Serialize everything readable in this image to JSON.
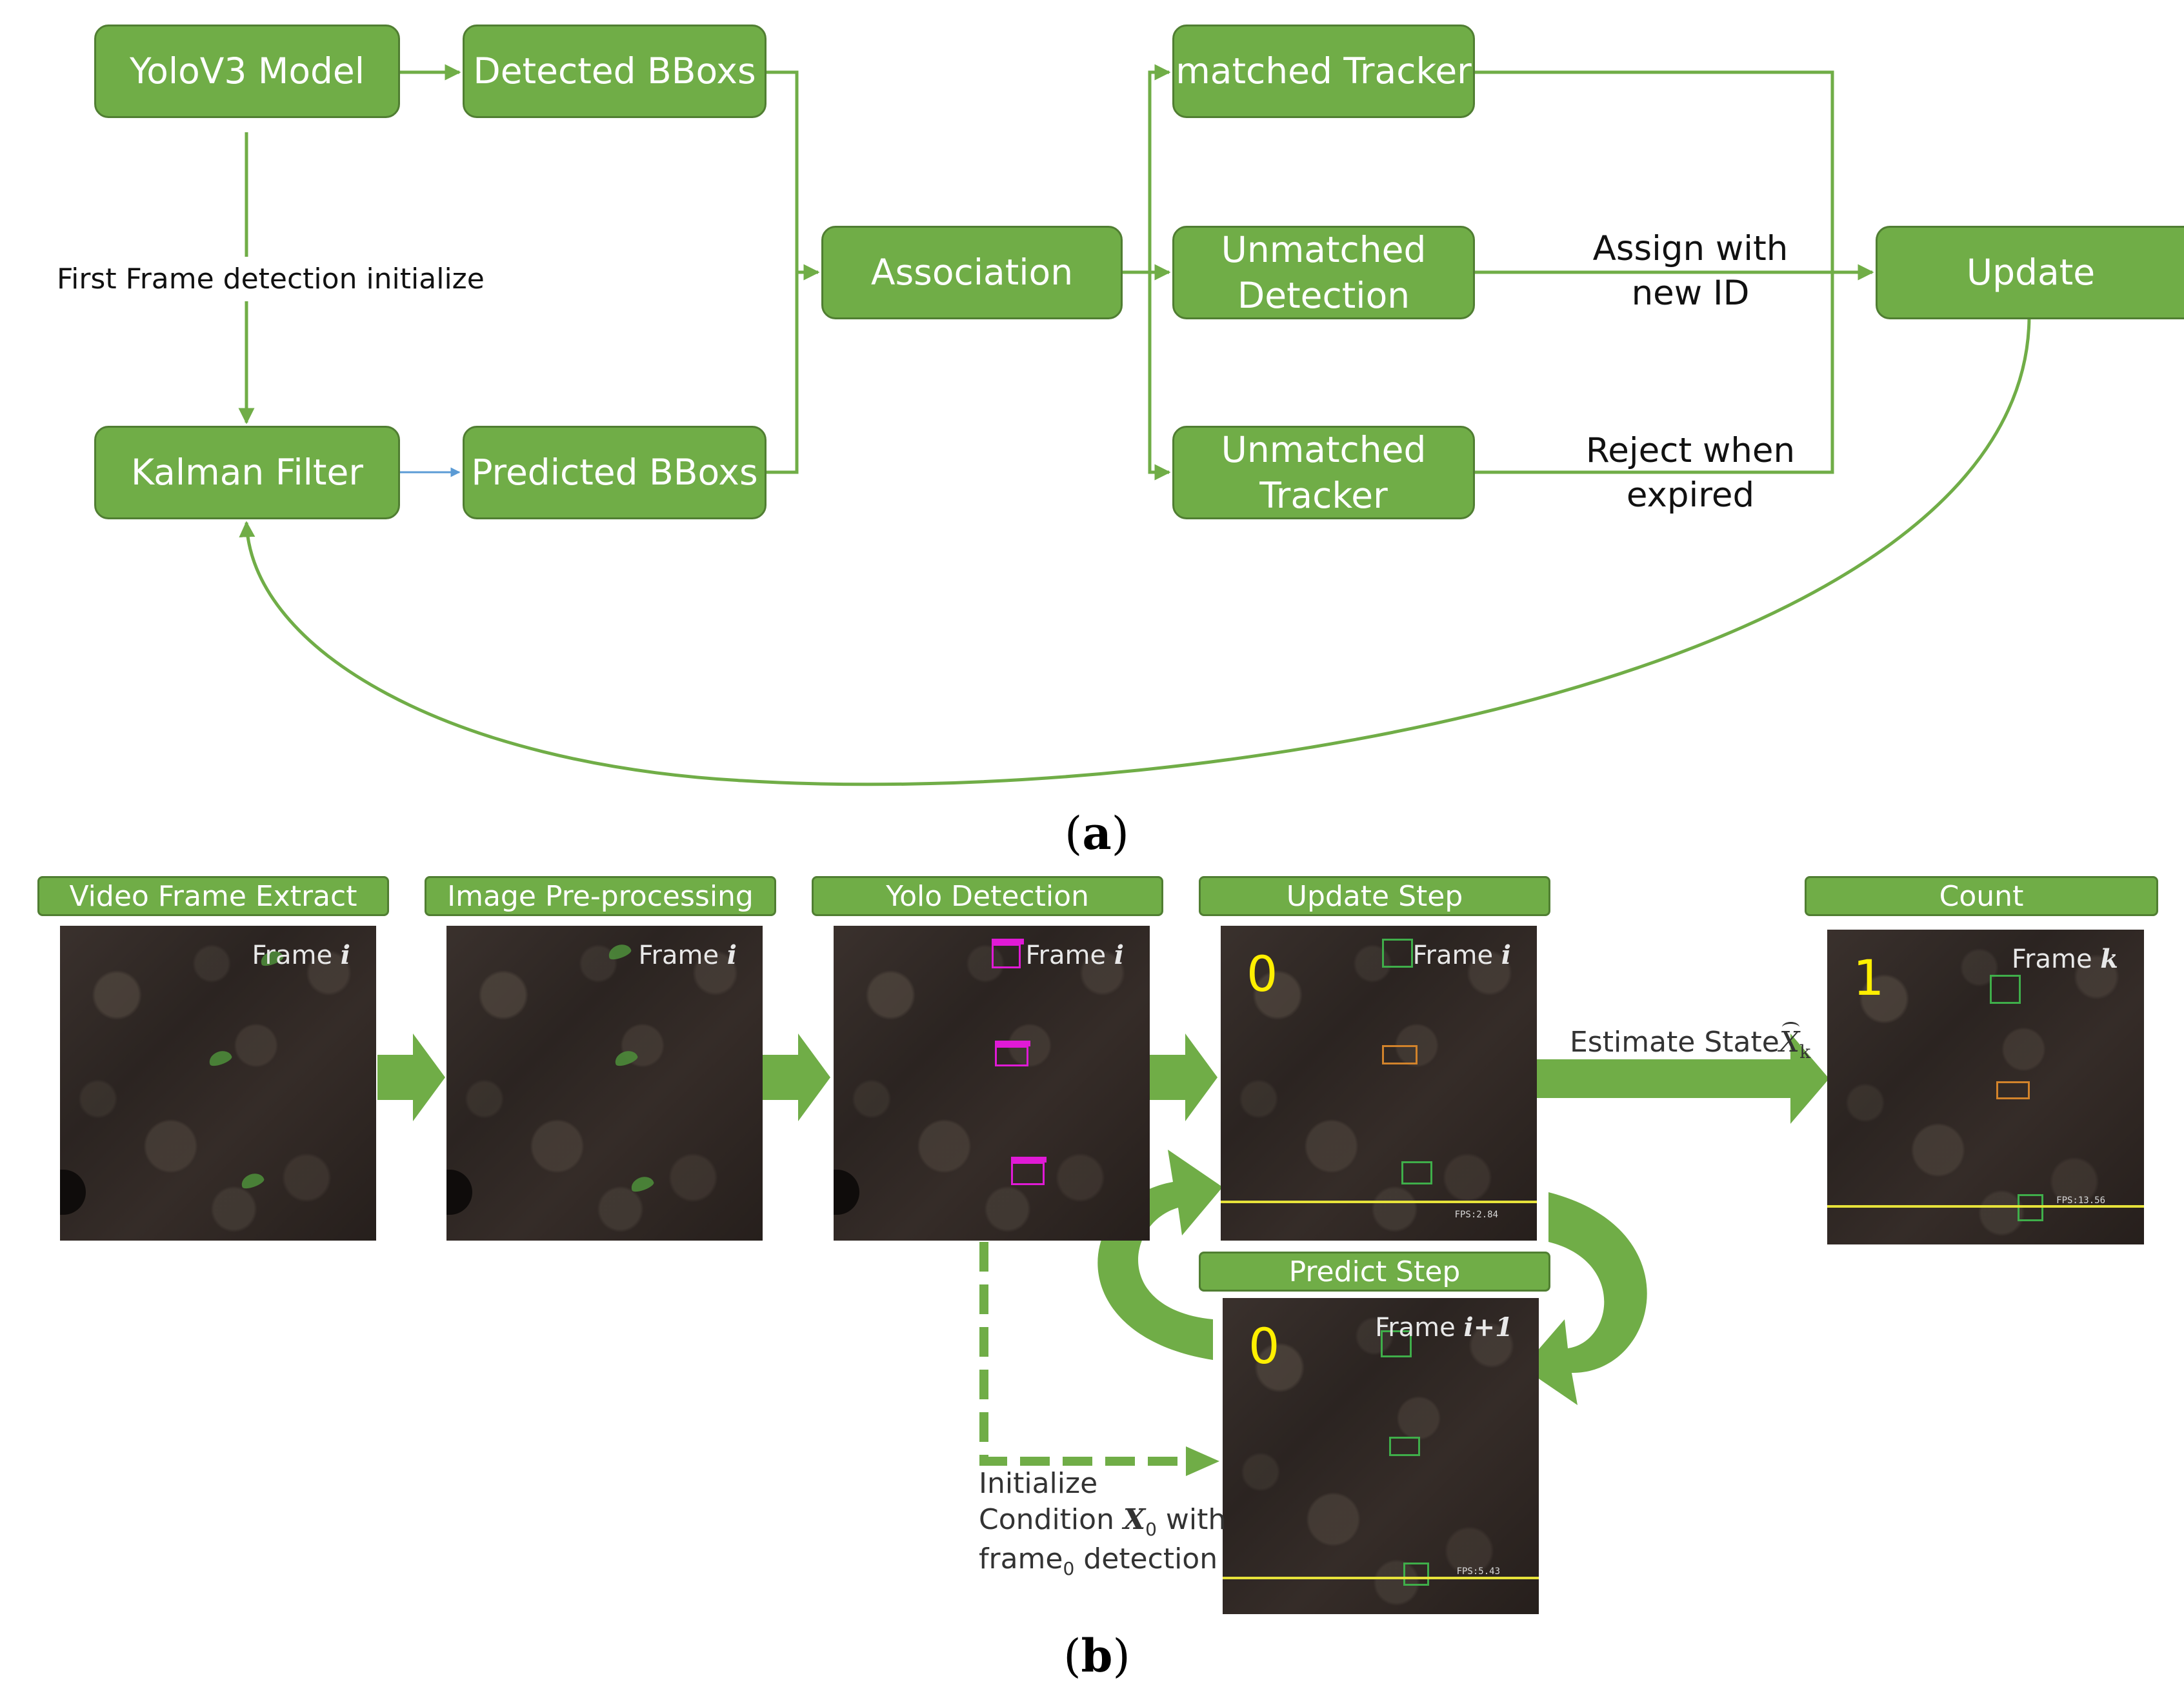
{
  "part_a": {
    "panel_label": "a",
    "nodes": {
      "yolo": "YoloV3 Model",
      "detected": "Detected BBoxs",
      "kalman": "Kalman Filter",
      "predicted": "Predicted BBoxs",
      "association": "Association",
      "matched": "matched Tracker",
      "unmatched_detection": "Unmatched\nDetection",
      "unmatched_tracker": "Unmatched\nTracker",
      "update": "Update"
    },
    "edge_labels": {
      "init": "First Frame detection initialize",
      "assign": "Assign with\nnew ID",
      "reject": "Reject when\nexpired"
    },
    "colors": {
      "node_fill": "#70ad47",
      "node_border": "#507e32",
      "edge": "#70ad47",
      "edge_blue": "#5b9bd5"
    }
  },
  "part_b": {
    "panel_label": "b",
    "steps": {
      "video": "Video Frame Extract",
      "preproc": "Image Pre-processing",
      "yolo": "Yolo Detection",
      "update": "Update Step",
      "predict": "Predict Step",
      "count": "Count"
    },
    "frames": {
      "frame_word": "Frame",
      "idx_i": "i",
      "idx_next": "i+1",
      "idx_k": "k"
    },
    "counts": {
      "update": "0",
      "predict": "0",
      "count": "1"
    },
    "fps": {
      "update": "FPS:2.84",
      "predict": "FPS:5.43",
      "count": "FPS:13.56"
    },
    "estimate": {
      "prefix": "Estimate State",
      "symbol": "X",
      "subscript": "k"
    },
    "init_note": {
      "line1": "Initialize",
      "line2_prefix": "Condition ",
      "line2_symbol": "X",
      "line2_sub": "0",
      "line2_suffix": " with",
      "line3_prefix": "frame",
      "line3_sub": "0",
      "line3_suffix": " detection"
    },
    "colors": {
      "arrow": "#70ad47",
      "count_text": "#ffef00",
      "line": "#e6e23a"
    }
  }
}
